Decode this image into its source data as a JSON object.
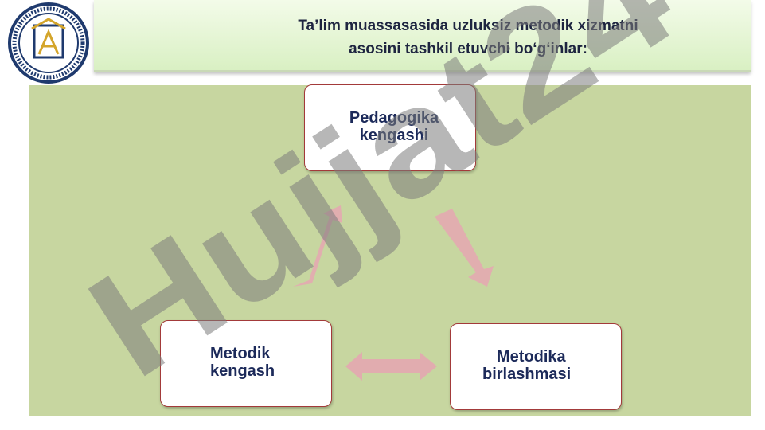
{
  "title": {
    "line1": "Ta’lim muassasasida uzluksiz metodik xizmatni",
    "line2": "asosini tashkil etuvchi bo‘g‘inlar:"
  },
  "nodes": {
    "pedagogika": {
      "line1": "Pedagogika",
      "line2": "kengashi"
    },
    "metodik": {
      "line1": "Metodik",
      "line2": "kengash"
    },
    "birlashma": {
      "line1": "Metodika",
      "line2": "birlashmasi"
    }
  },
  "watermark": "Hujjat24",
  "colors": {
    "title_bg": "#dff2c8",
    "panel_bg": "#c7d6a0",
    "node_border": "#a33a3a",
    "node_text": "#1c2a5a",
    "arrow": "#e3aab0",
    "watermark": "#7c7c7c"
  }
}
